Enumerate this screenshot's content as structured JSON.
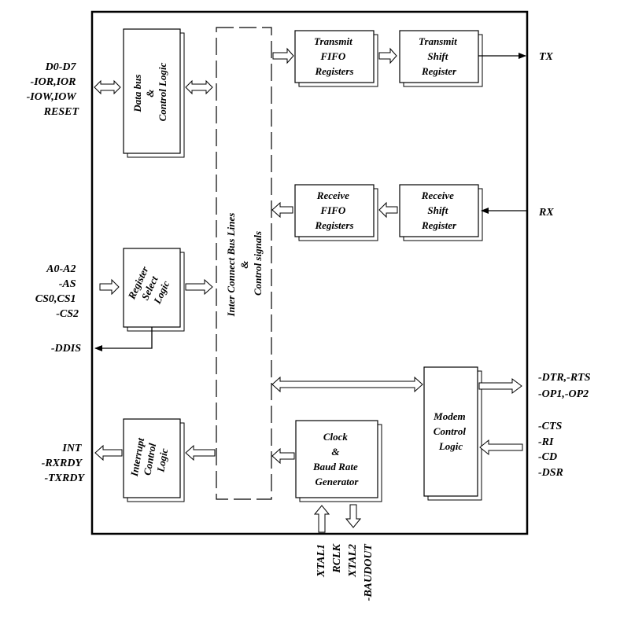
{
  "blocks": {
    "data_bus": [
      "Data bus",
      "&",
      "Control Logic"
    ],
    "transmit_fifo": [
      "Transmit",
      "FIFO",
      "Registers"
    ],
    "transmit_shift": [
      "Transmit",
      "Shift",
      "Register"
    ],
    "receive_fifo": [
      "Receive",
      "FIFO",
      "Registers"
    ],
    "receive_shift": [
      "Receive",
      "Shift",
      "Register"
    ],
    "register_select": [
      "Register",
      "Select",
      "Logic"
    ],
    "interrupt_control": [
      "Interrupt",
      "Control",
      "Logic"
    ],
    "clock_baud": [
      "Clock",
      "&",
      "Baud Rate",
      "Generator"
    ],
    "modem_control": [
      "Modem",
      "Control",
      "Logic"
    ],
    "interconnect_bus": [
      "Inter Connect Bus Lines",
      "&",
      "Control signals"
    ]
  },
  "signals": {
    "data_bus": [
      "D0-D7",
      "-IOR,IOR",
      "-IOW,IOW",
      "RESET"
    ],
    "address": [
      "A0-A2",
      "-AS",
      "CS0,CS1",
      "-CS2"
    ],
    "ddis": "-DDIS",
    "interrupt": [
      "INT",
      "-RXRDY",
      "-TXRDY"
    ],
    "tx": "TX",
    "rx": "RX",
    "modem_out": [
      "-DTR,-RTS",
      "-OP1,-OP2"
    ],
    "modem_in": [
      "-CTS",
      "-RI",
      "-CD",
      "-DSR"
    ],
    "clock": [
      "XTAL1",
      "RCLK",
      "XTAL2",
      "-BAUDOUT"
    ]
  }
}
